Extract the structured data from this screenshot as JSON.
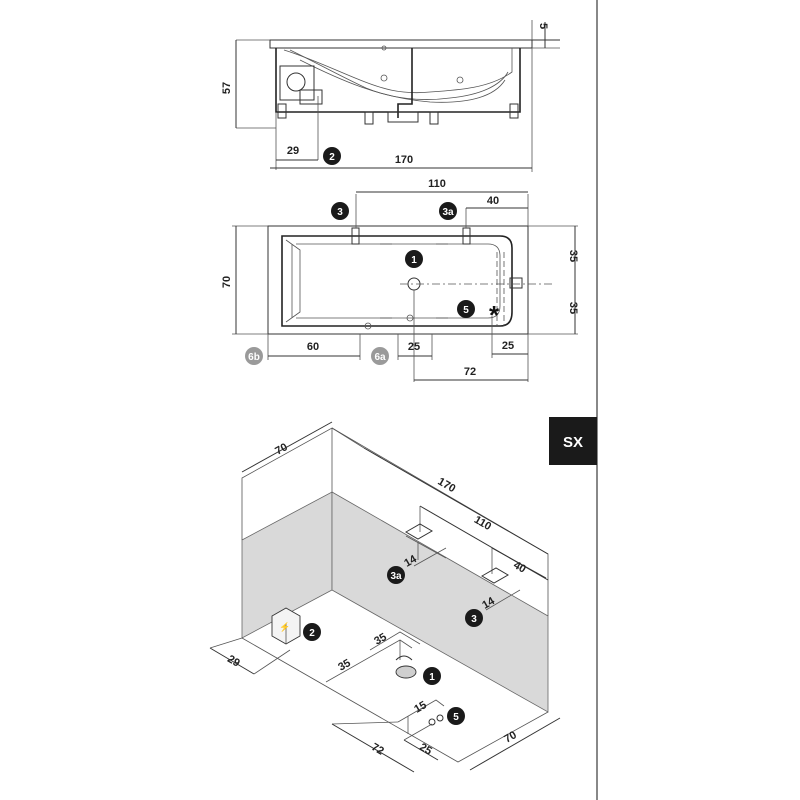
{
  "side_tab": {
    "label": "SX",
    "color": "#1a1a1a"
  },
  "colors": {
    "marker_dark": "#1a1a1a",
    "marker_grey": "#9a9a9a",
    "wall_grey": "#d9d9d9",
    "frame_line": "#888888"
  },
  "side_view": {
    "dim_height": "57",
    "dim_top": "5",
    "dim_offset": "29",
    "dim_length": "170",
    "marker_2": "2"
  },
  "top_view": {
    "dim_110": "110",
    "dim_40": "40",
    "dim_70": "70",
    "dim_35_top": "35",
    "dim_35_bottom": "35",
    "dim_60": "60",
    "dim_25_left": "25",
    "dim_25_right": "25",
    "dim_72": "72",
    "marker_1": "1",
    "marker_3": "3",
    "marker_3a": "3a",
    "marker_5": "5",
    "marker_6a": "6a",
    "marker_6b": "6b",
    "asterisk": "*"
  },
  "iso_view": {
    "dim_70_top": "70",
    "dim_170": "170",
    "dim_110": "110",
    "dim_14_a": "14",
    "dim_40": "40",
    "dim_14_b": "14",
    "dim_29": "29",
    "dim_35_a": "35",
    "dim_35_b": "35",
    "dim_15": "15",
    "dim_72": "72",
    "dim_25": "25",
    "dim_70_bottom": "70",
    "marker_1": "1",
    "marker_2": "2",
    "marker_3": "3",
    "marker_3a": "3a",
    "marker_5": "5"
  }
}
